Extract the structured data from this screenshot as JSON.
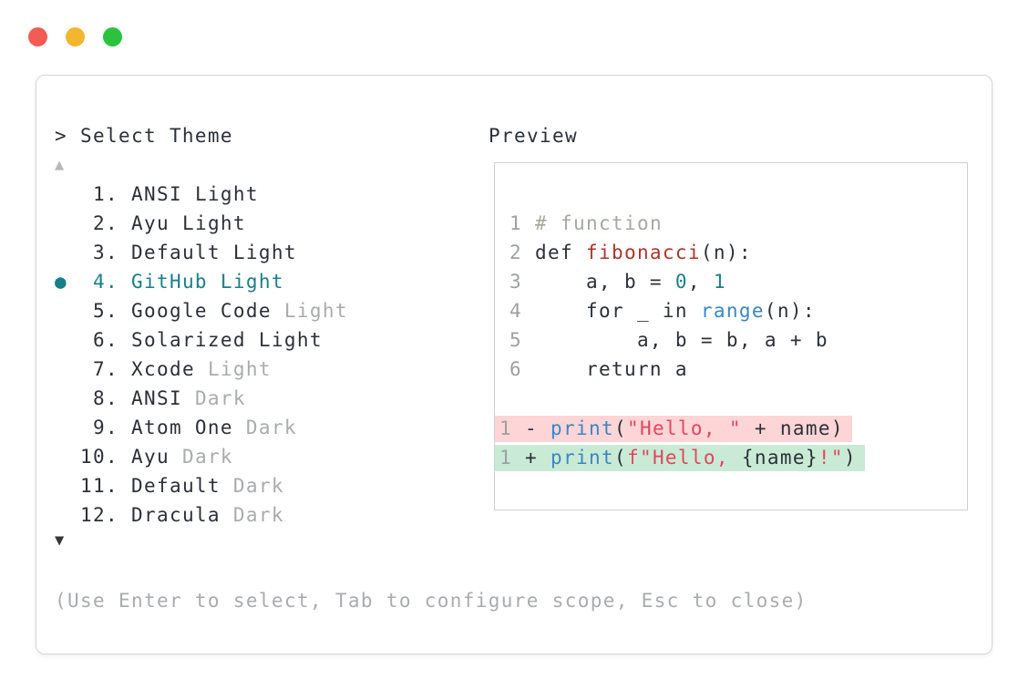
{
  "colors": {
    "ink": "#2b3138",
    "dim": "#a9abae",
    "ln": "#9da0a3",
    "teal": "#17808a",
    "brick": "#ac352b",
    "rose": "#e3455f",
    "blue": "#3a86c4",
    "comment": "#a3aa9d",
    "bg-removed": "#fdd5d7",
    "bg-added": "#c9ebd6",
    "border-main": "#d5d6d8",
    "border-preview": "#cfd0d2",
    "arrow-up": "#b6b8ba",
    "arrow-down": "#33373c",
    "traffic-red": "#f25c54",
    "traffic-yellow": "#f3b62e",
    "traffic-green": "#2bc33e"
  },
  "picker": {
    "title": "> Select Theme",
    "scroll_up_icon": "▲",
    "scroll_down_icon": "▼",
    "selected_marker": "●",
    "items": [
      {
        "number": "1",
        "name": "ANSI",
        "variant": "Light",
        "variant_dim": false,
        "selected": false
      },
      {
        "number": "2",
        "name": "Ayu",
        "variant": "Light",
        "variant_dim": false,
        "selected": false
      },
      {
        "number": "3",
        "name": "Default",
        "variant": "Light",
        "variant_dim": false,
        "selected": false
      },
      {
        "number": "4",
        "name": "GitHub",
        "variant": "Light",
        "variant_dim": false,
        "selected": true
      },
      {
        "number": "5",
        "name": "Google Code",
        "variant": "Light",
        "variant_dim": true,
        "selected": false
      },
      {
        "number": "6",
        "name": "Solarized",
        "variant": "Light",
        "variant_dim": false,
        "selected": false
      },
      {
        "number": "7",
        "name": "Xcode",
        "variant": "Light",
        "variant_dim": true,
        "selected": false
      },
      {
        "number": "8",
        "name": "ANSI",
        "variant": "Dark",
        "variant_dim": true,
        "selected": false
      },
      {
        "number": "9",
        "name": "Atom One",
        "variant": "Dark",
        "variant_dim": true,
        "selected": false
      },
      {
        "number": "10",
        "name": "Ayu",
        "variant": "Dark",
        "variant_dim": true,
        "selected": false
      },
      {
        "number": "11",
        "name": "Default",
        "variant": "Dark",
        "variant_dim": true,
        "selected": false
      },
      {
        "number": "12",
        "name": "Dracula",
        "variant": "Dark",
        "variant_dim": true,
        "selected": false
      }
    ],
    "hint": "(Use Enter to select, Tab to configure scope, Esc to close)"
  },
  "preview": {
    "label": "Preview",
    "code_lines": [
      {
        "bg": null,
        "tokens": [
          [
            "ln",
            "1"
          ],
          [
            "pl",
            " "
          ],
          [
            "cm",
            "# function"
          ]
        ]
      },
      {
        "bg": null,
        "tokens": [
          [
            "ln",
            "2"
          ],
          [
            "pl",
            " def "
          ],
          [
            "fn",
            "fibonacci"
          ],
          [
            "pl",
            "(n):"
          ]
        ]
      },
      {
        "bg": null,
        "tokens": [
          [
            "ln",
            "3"
          ],
          [
            "pl",
            "     a, b = "
          ],
          [
            "num",
            "0"
          ],
          [
            "pl",
            ", "
          ],
          [
            "num",
            "1"
          ]
        ]
      },
      {
        "bg": null,
        "tokens": [
          [
            "ln",
            "4"
          ],
          [
            "pl",
            "     for _ in "
          ],
          [
            "bi",
            "range"
          ],
          [
            "pl",
            "(n):"
          ]
        ]
      },
      {
        "bg": null,
        "tokens": [
          [
            "ln",
            "5"
          ],
          [
            "pl",
            "         a, b = b, a + b"
          ]
        ]
      },
      {
        "bg": null,
        "tokens": [
          [
            "ln",
            "6"
          ],
          [
            "pl",
            "     return a"
          ]
        ]
      },
      {
        "bg": null,
        "tokens": []
      },
      {
        "bg": "removed",
        "tokens": [
          [
            "ln",
            "1"
          ],
          [
            "pl",
            " - "
          ],
          [
            "bi",
            "print"
          ],
          [
            "pl",
            "("
          ],
          [
            "str",
            "\"Hello, \""
          ],
          [
            "pl",
            " + name)"
          ]
        ]
      },
      {
        "bg": "added",
        "tokens": [
          [
            "ln",
            "1"
          ],
          [
            "pl",
            " + "
          ],
          [
            "bi",
            "print"
          ],
          [
            "pl",
            "("
          ],
          [
            "str",
            "f\"Hello, "
          ],
          [
            "pl",
            "{name}"
          ],
          [
            "str",
            "!\""
          ],
          [
            "pl",
            ")"
          ]
        ]
      }
    ]
  }
}
